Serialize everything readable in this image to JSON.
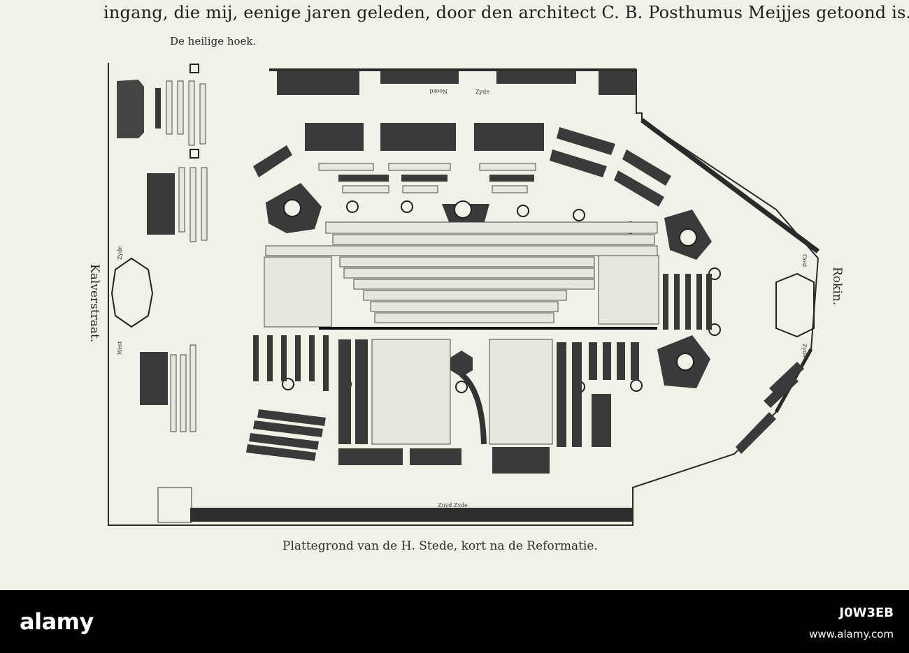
{
  "text": {
    "intro_line": "ingang, die mij, eenige jaren geleden, door den architect C. B. Posthumus Meijjes getoond is.",
    "plan_heading": "De heilige hoek.",
    "caption": "Plattegrond van de H. Stede, kort na de Reformatie."
  },
  "plan_labels": {
    "left_street": "Kalverstraat.",
    "right_street": "Rokin.",
    "north_side_1": "Noord",
    "north_side_2": "Zyde",
    "south_side": "Zuyd Zyde",
    "west_side": "West",
    "west_zyde": "Zyde",
    "east_oost": "Oost",
    "east_zyde": "Zyde"
  },
  "watermark": {
    "logo": "alamy",
    "image_id": "J0W3EB",
    "url": "www.alamy.com"
  },
  "colors": {
    "paper": "#f2f1e8",
    "ink": "#2a2a2a",
    "banner": "#000000"
  }
}
